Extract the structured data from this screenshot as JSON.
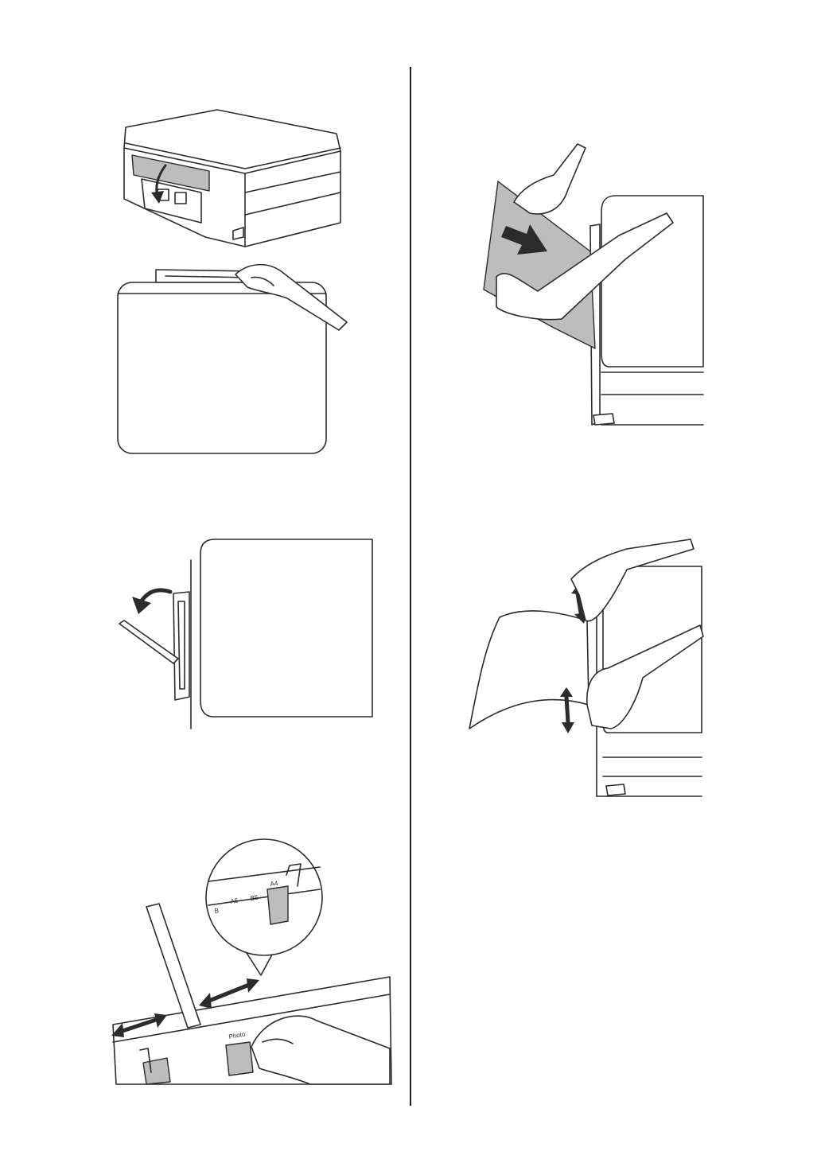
{
  "guide_labels": {
    "a5": "A5",
    "b5": "B5",
    "a4": "A4",
    "b": "B",
    "photo": "Photo"
  },
  "colors": {
    "line": "#2b2b2b",
    "paper_shade": "#bdbdbd",
    "background": "#ffffff"
  }
}
